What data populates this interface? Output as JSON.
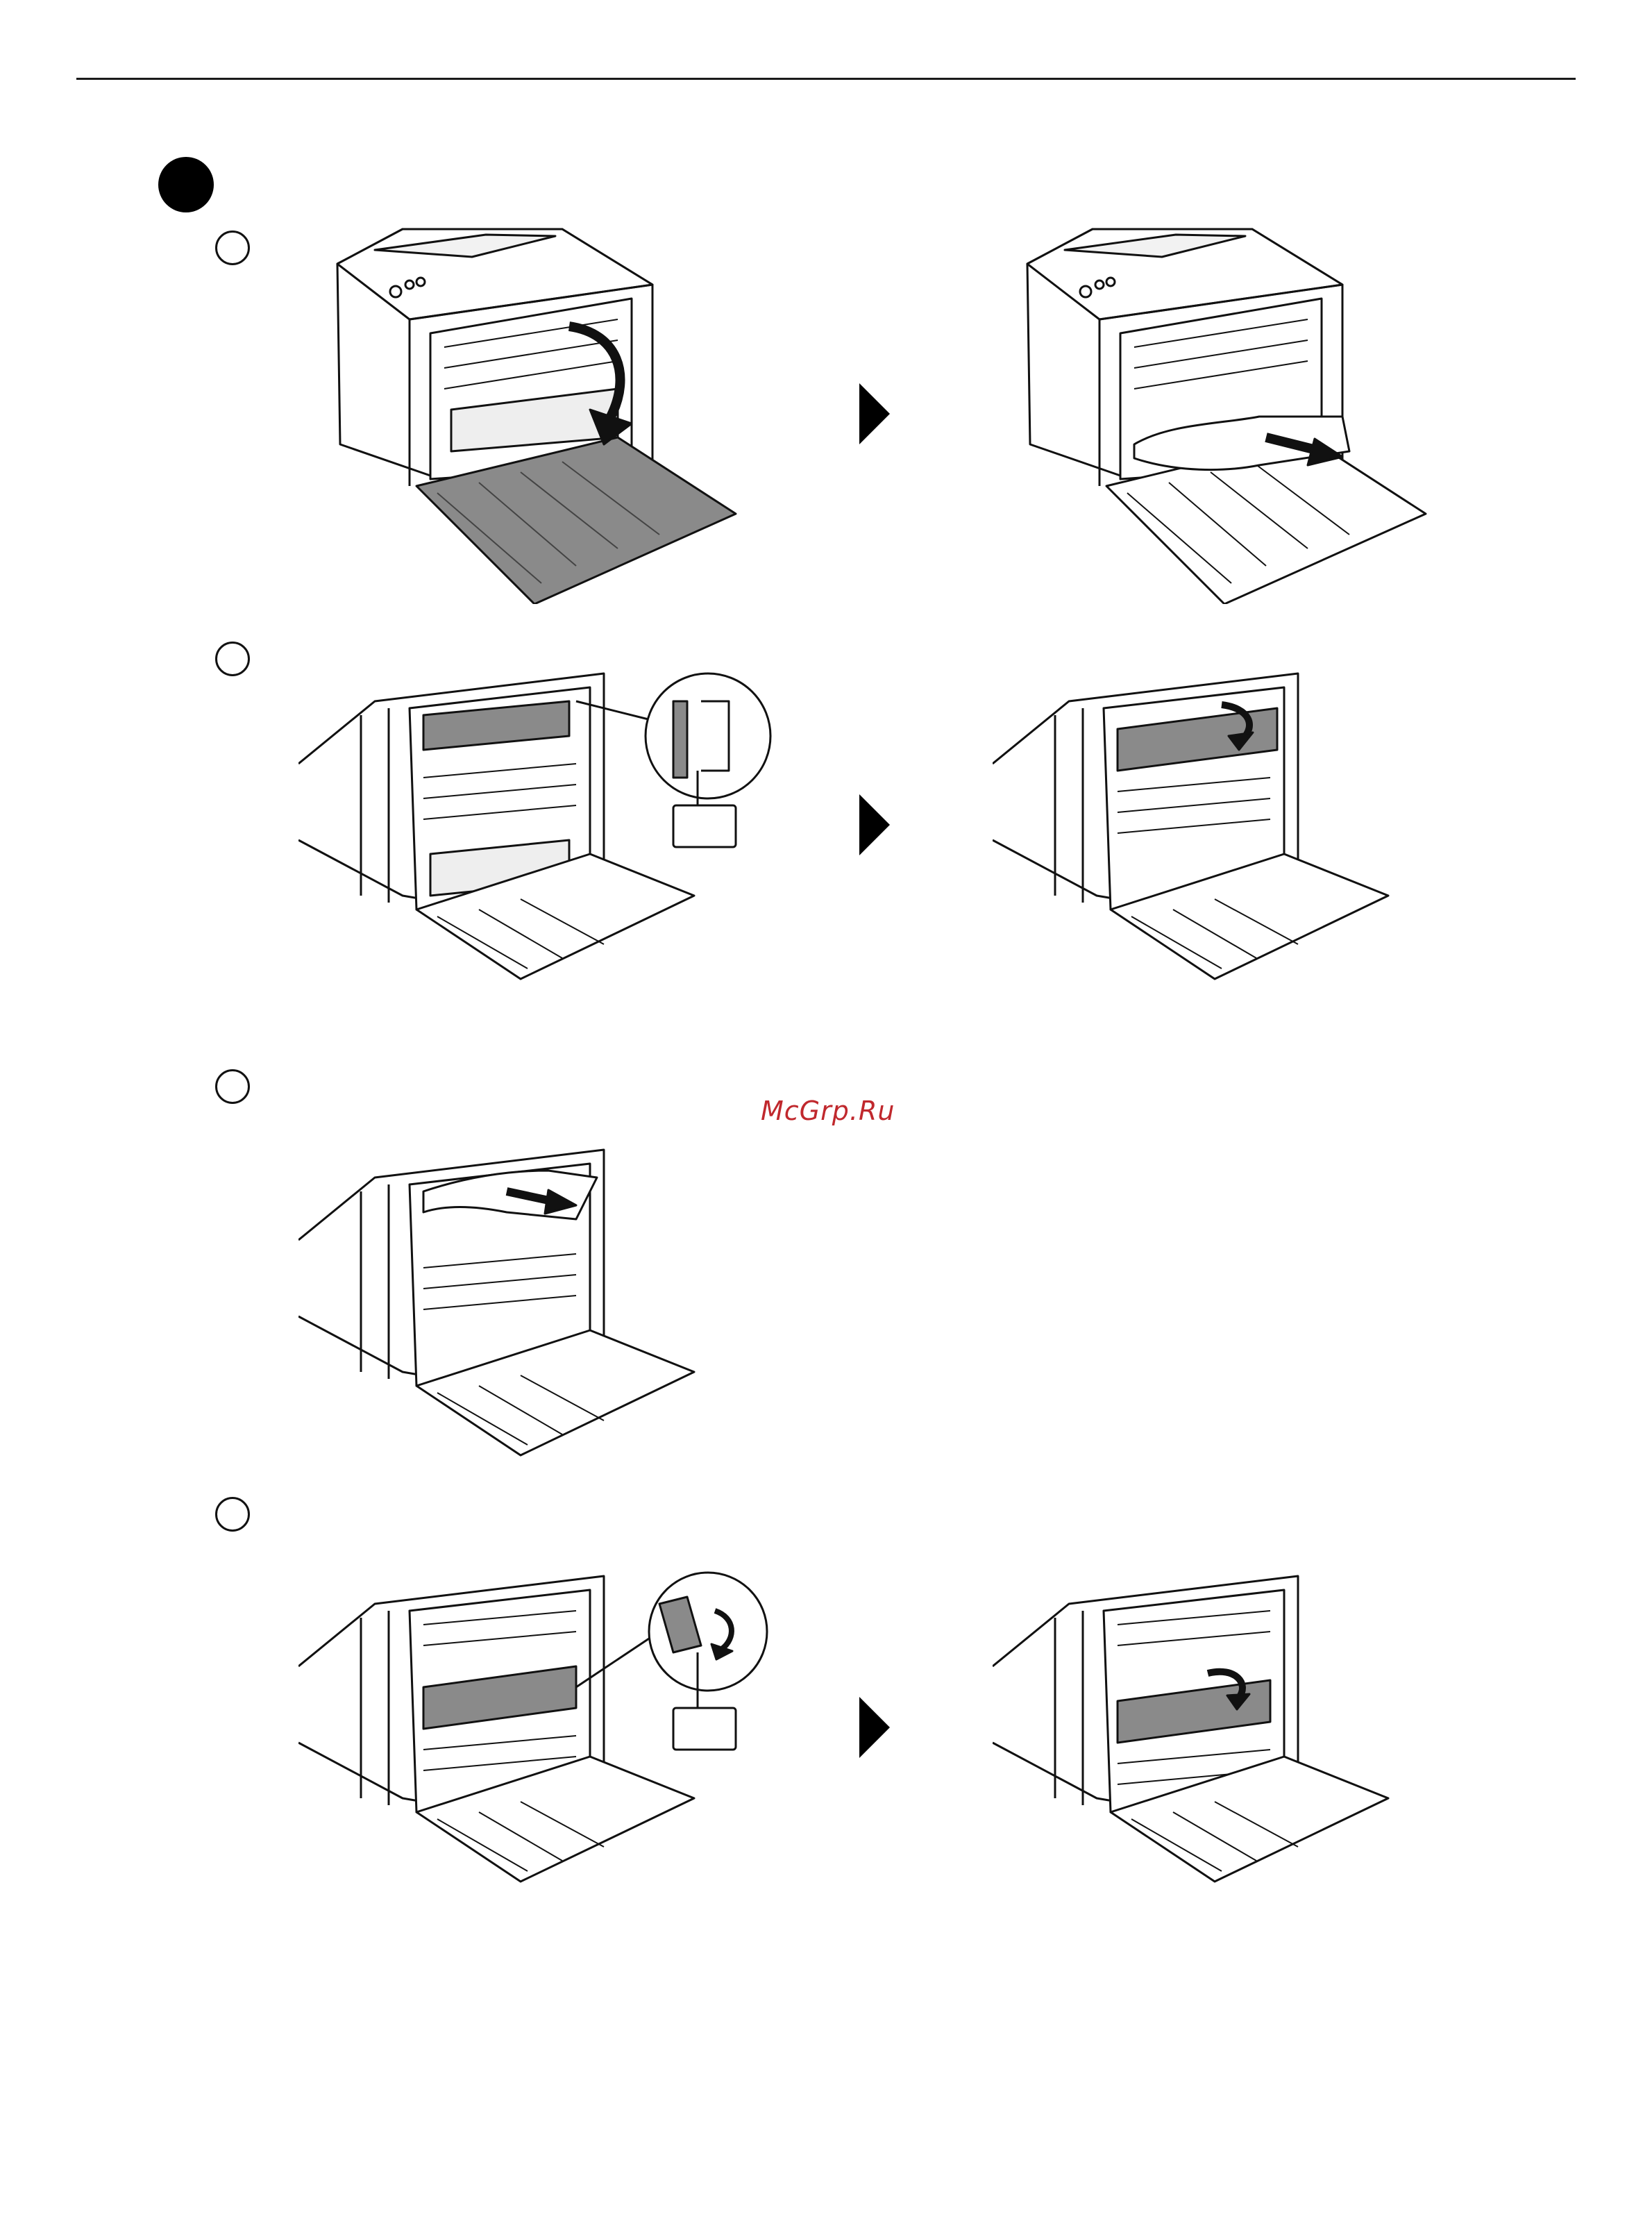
{
  "watermark": {
    "text": "McGrp.Ru",
    "color": "#c0282d"
  },
  "colors": {
    "line": "#111111",
    "shade": "#8a8a8a",
    "paper": "#ffffff"
  },
  "steps": [
    {
      "id": 1,
      "illustrations": [
        "open-rear-cover",
        "pull-out-jammed-paper"
      ]
    },
    {
      "id": 2,
      "illustrations": [
        "press-fuser-levers",
        "open-fuser-cover"
      ]
    },
    {
      "id": 3,
      "illustrations": [
        "remove-paper-from-fuser"
      ]
    },
    {
      "id": 4,
      "illustrations": [
        "press-duplex-levers",
        "open-duplex-unit"
      ]
    }
  ]
}
